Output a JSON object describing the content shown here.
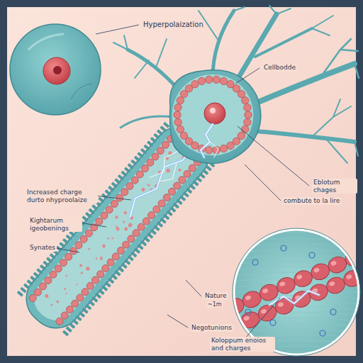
{
  "diagram": {
    "labels": [
      "Hyperpolaization",
      "Cellbodde",
      "Increased charge durto nhyproolaize",
      "Kightarum igeobenings",
      "Synates",
      "Eblotum chages",
      "combute to la lire",
      "Nature",
      "~1m",
      "Negotunions",
      "Koloppum enoios and charges"
    ]
  }
}
